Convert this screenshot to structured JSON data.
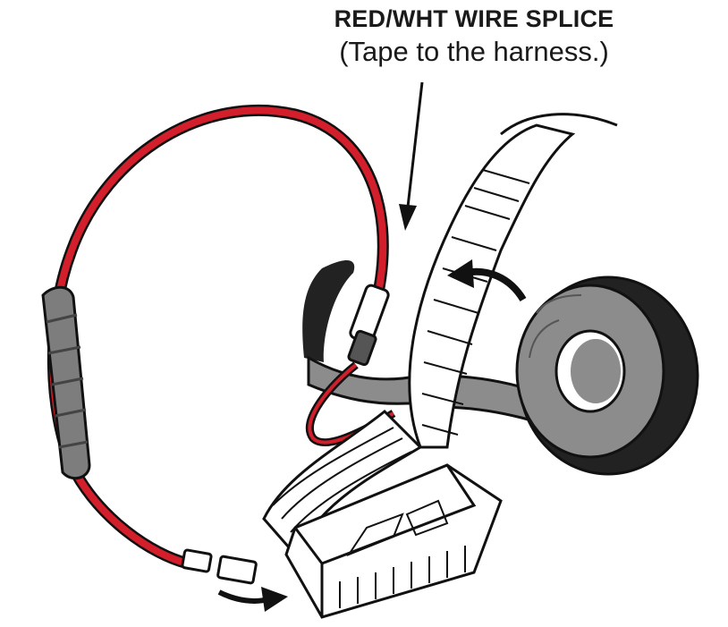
{
  "callout": {
    "title": "RED/WHT WIRE SPLICE",
    "note": "(Tape to the harness.)"
  },
  "colors": {
    "wire_red": "#d21f2b",
    "tape_gray": "#8c8c8c",
    "tape_dark": "#5a5a5a",
    "outline": "#111111",
    "harness_fill": "#ffffff"
  },
  "icons": [
    "pointer-arrow",
    "curved-arrow",
    "curved-arrow"
  ]
}
